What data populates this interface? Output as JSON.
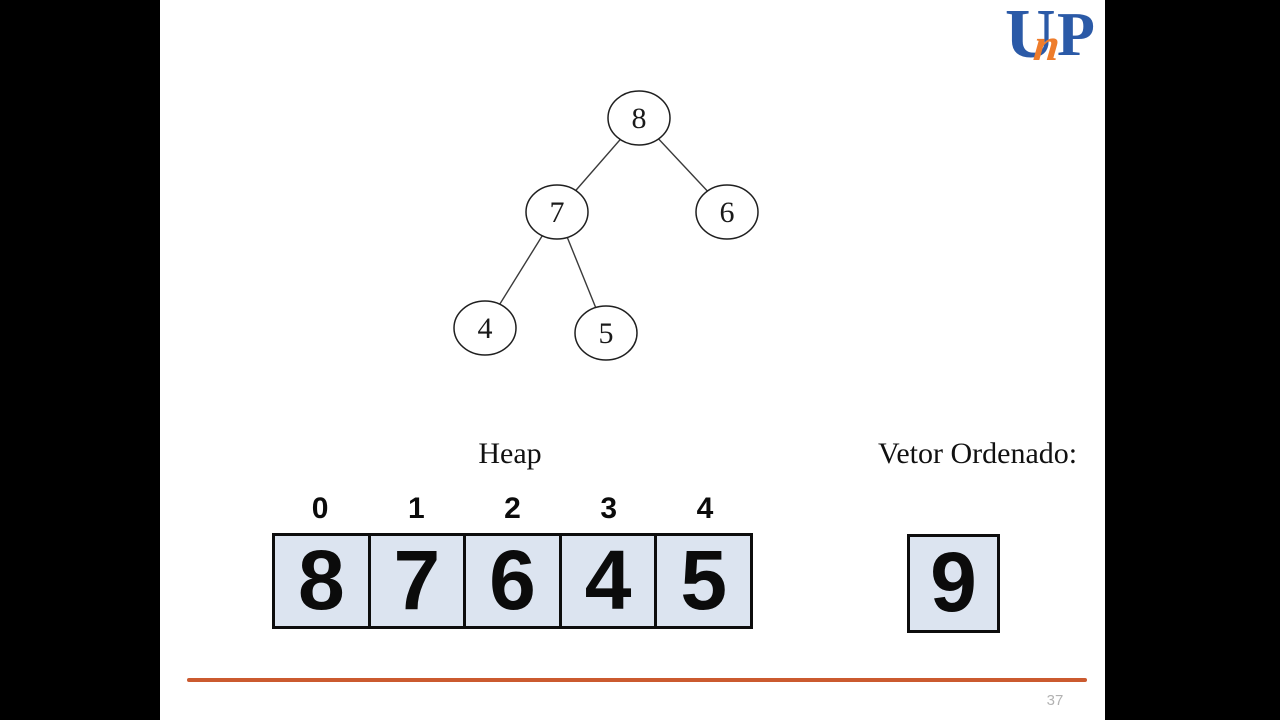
{
  "slide": {
    "page_number": "37",
    "accent_color": "#cb5a2f",
    "background": "#ffffff"
  },
  "logo": {
    "name": "UnP",
    "letters": {
      "u": "U",
      "n": "n",
      "p": "P"
    },
    "blue": "#2b5aa7",
    "orange": "#ee7c2b"
  },
  "tree": {
    "nodes": [
      {
        "id": "n0",
        "value": "8"
      },
      {
        "id": "n1",
        "value": "7"
      },
      {
        "id": "n2",
        "value": "6"
      },
      {
        "id": "n3",
        "value": "4"
      },
      {
        "id": "n4",
        "value": "5"
      }
    ],
    "edges": [
      [
        "n0",
        "n1"
      ],
      [
        "n0",
        "n2"
      ],
      [
        "n1",
        "n3"
      ],
      [
        "n1",
        "n4"
      ]
    ]
  },
  "heap": {
    "label": "Heap",
    "indices": [
      "0",
      "1",
      "2",
      "3",
      "4"
    ],
    "values": [
      "8",
      "7",
      "6",
      "4",
      "5"
    ],
    "cell_bg": "#dce4f0"
  },
  "sorted": {
    "label": "Vetor Ordenado:",
    "values": [
      "9"
    ]
  }
}
